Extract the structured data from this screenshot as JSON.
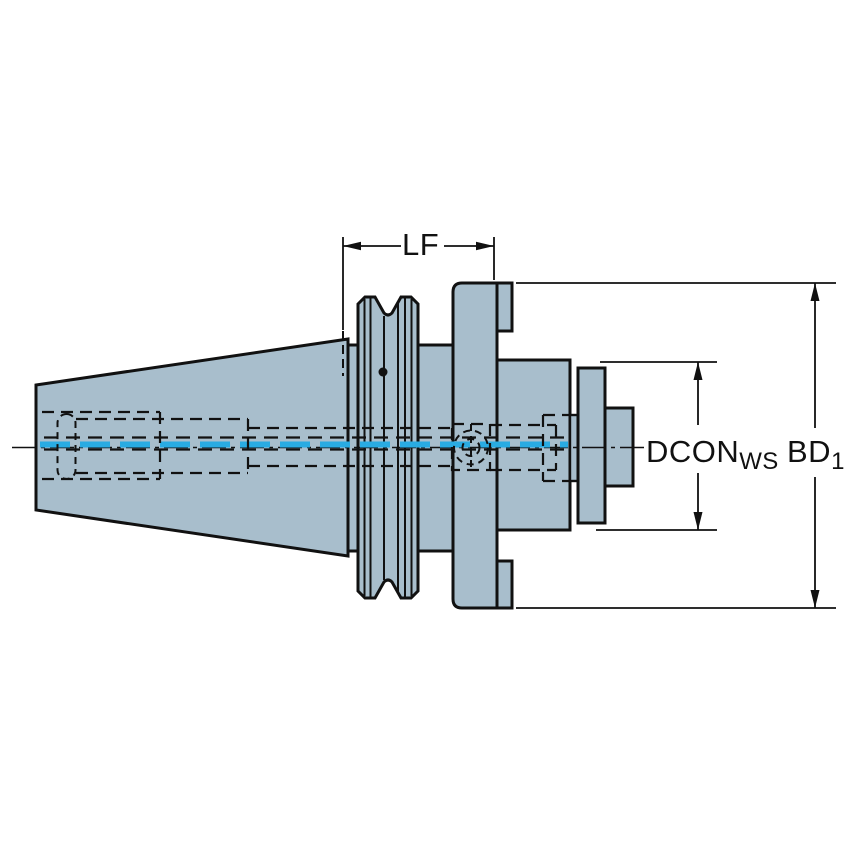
{
  "drawing": {
    "labels": {
      "lf": "LF",
      "dcon": {
        "main": "DCON",
        "sub": "WS"
      },
      "bd1": {
        "main": "BD",
        "sub": "1"
      }
    }
  },
  "colors": {
    "background": "#ffffff",
    "body_fill": "#a8becc",
    "outline": "#111111",
    "coolant": "#29abe2"
  }
}
